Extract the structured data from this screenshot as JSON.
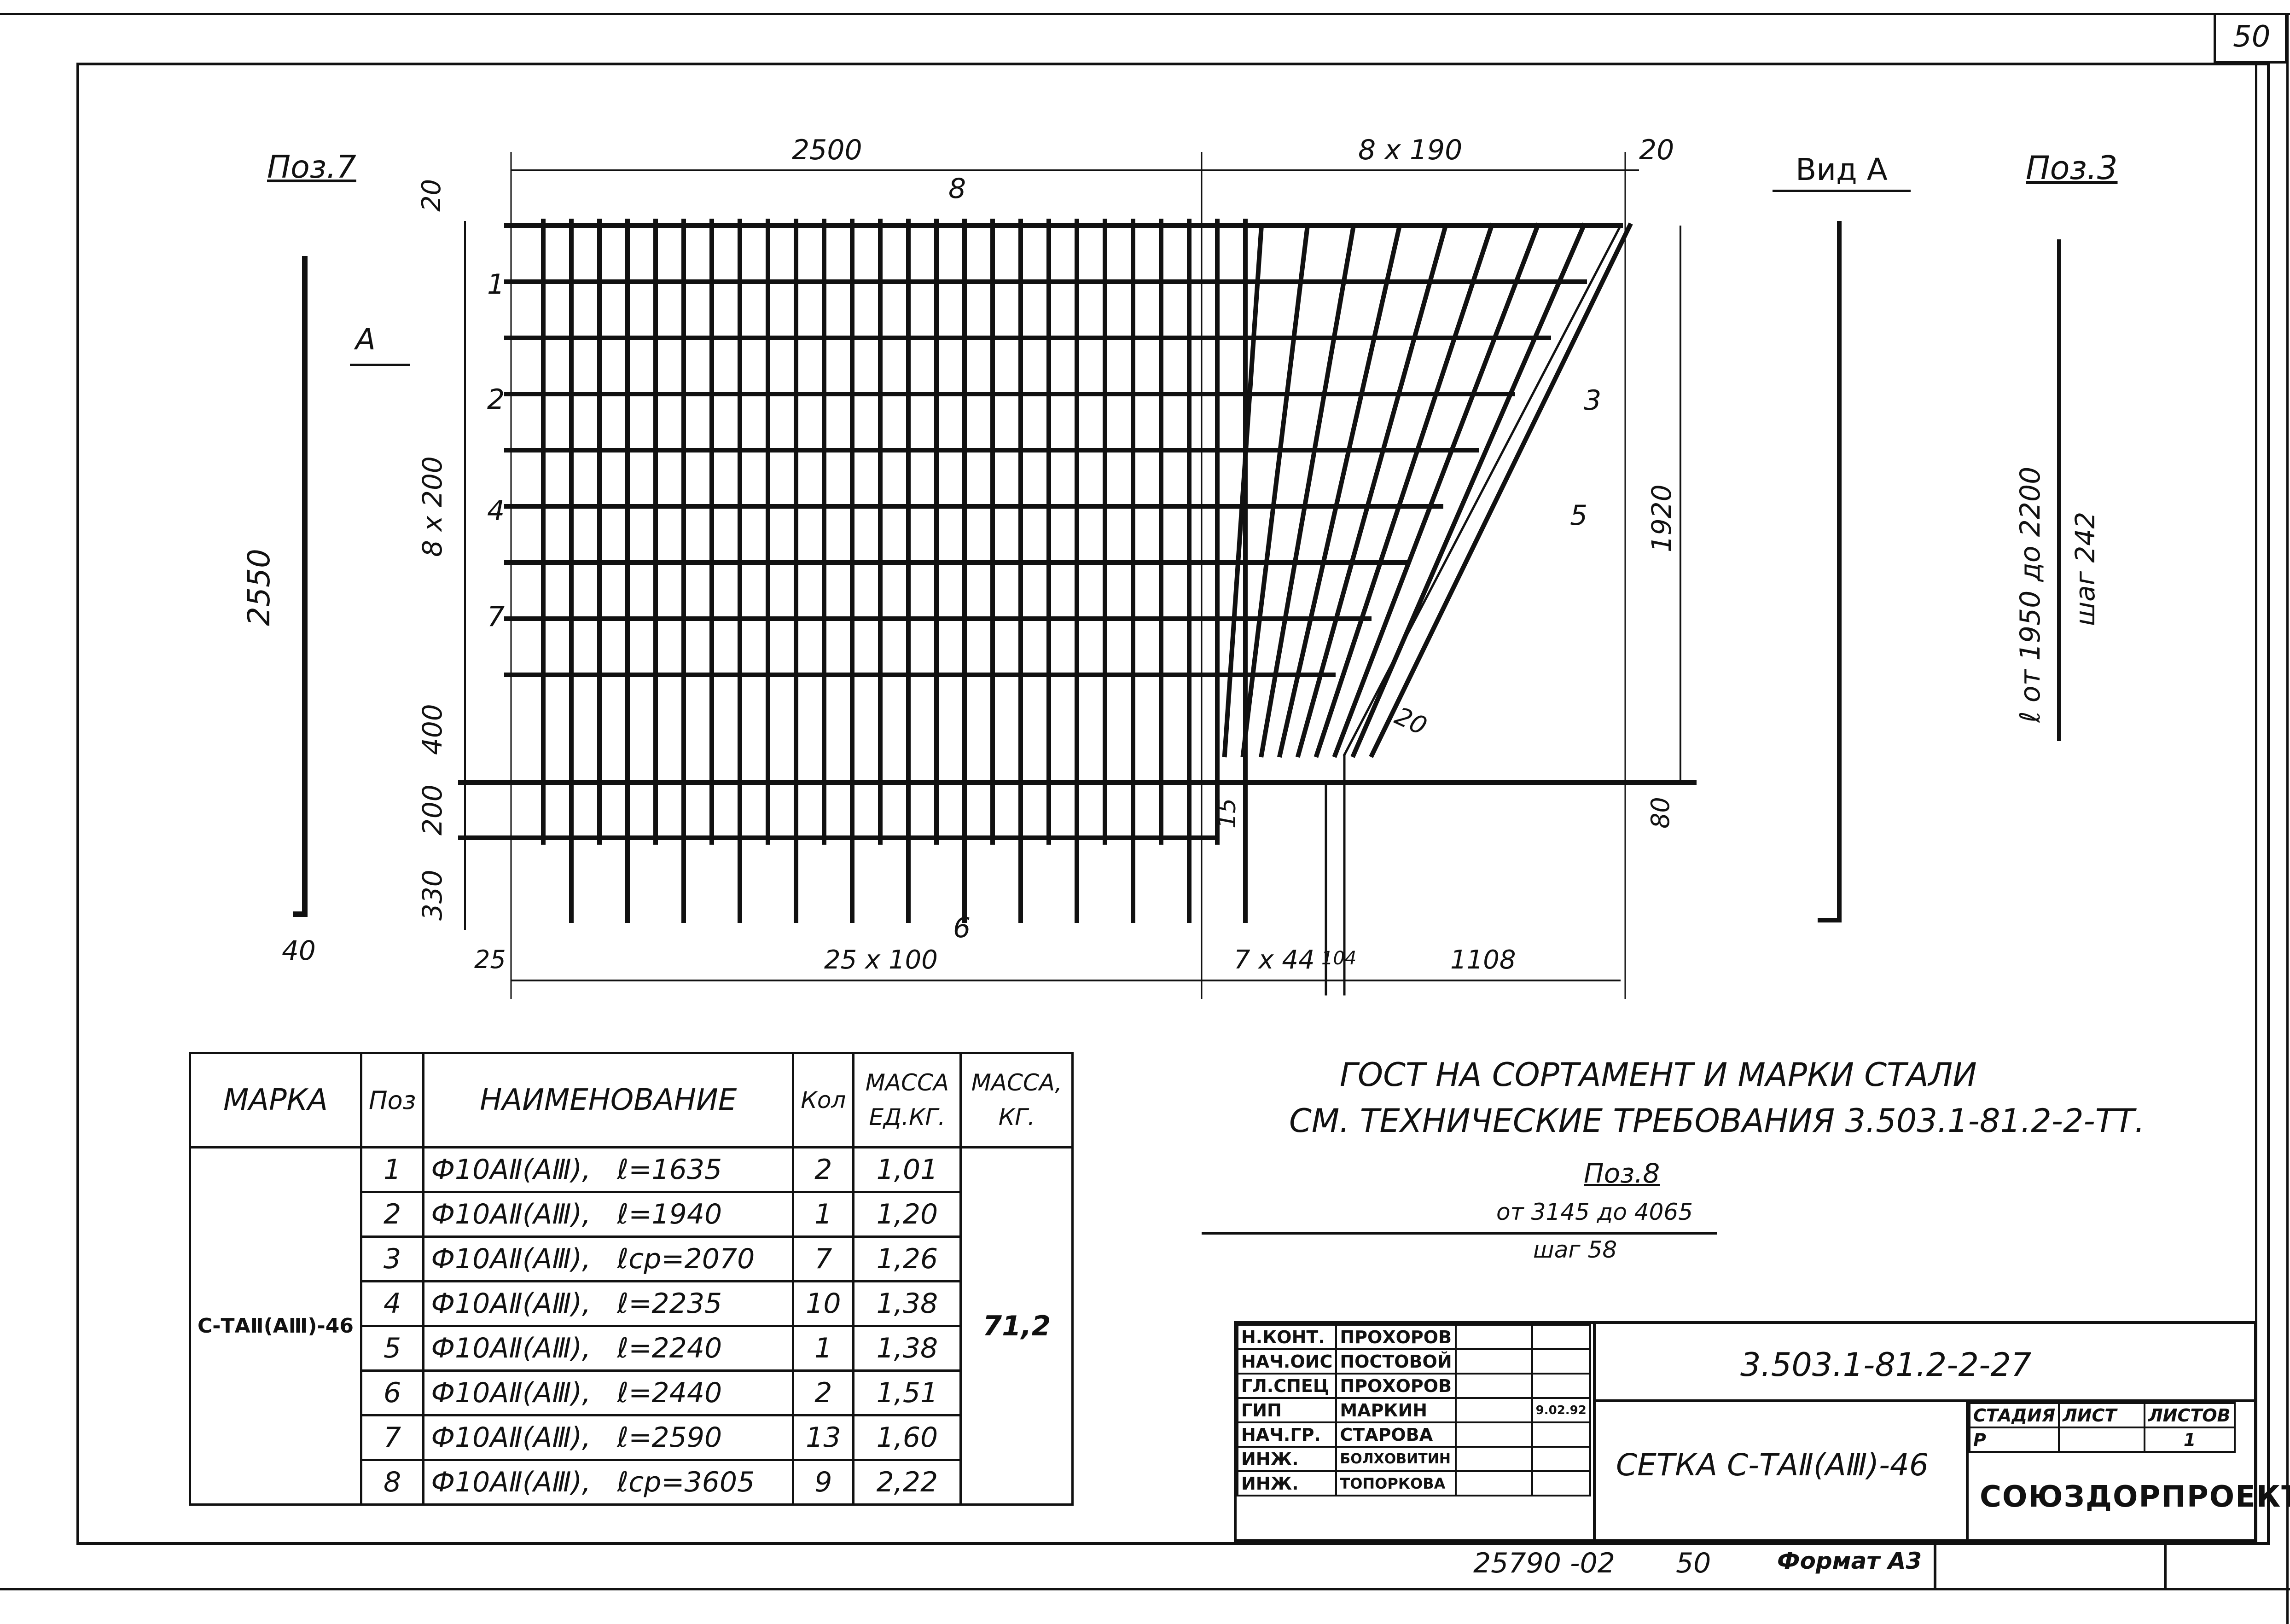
{
  "sheet": {
    "page_number": "50",
    "bottom_number": "25790 -02",
    "bottom_sheet": "50",
    "format": "Формат А3"
  },
  "drawing": {
    "left_label": "Поз.7",
    "left_dim_height": "2550",
    "left_dim_bottom": "40",
    "section_arrow": "А",
    "top_dims": [
      "2500",
      "8 x 190",
      "20"
    ],
    "pos8_label": "8",
    "pos6_label": "6",
    "left_dims": [
      "20",
      "8 x 200",
      "400",
      "200",
      "330"
    ],
    "bottom_dims": [
      "25",
      "25 x 100",
      "7 x 44",
      "104",
      "1108"
    ],
    "right_dims": [
      "1920",
      "80"
    ],
    "inner_dims": [
      "15",
      "20"
    ],
    "position_numbers": [
      "1",
      "2",
      "4",
      "7",
      "3",
      "5"
    ]
  },
  "view_a": {
    "title": "Вид А"
  },
  "pos3": {
    "title": "Поз.3",
    "length": "ℓ от 1950 до 2200",
    "step": "шаг 242"
  },
  "notes": {
    "line1": "ГОСТ НА СОРТАМЕНТ И МАРКИ СТАЛИ",
    "line2": "СМ. ТЕХНИЧЕСКИЕ ТРЕБОВАНИЯ 3.503.1-81.2-2-ТТ.",
    "pos8_title": "Поз.8",
    "pos8_length": "от 3145 до 4065",
    "pos8_step": "шаг 58"
  },
  "spec_table": {
    "headers": [
      "МАРКА",
      "Поз",
      "НАИМЕНОВАНИЕ",
      "Кол",
      "МАССА ЕД.КГ.",
      "МАССА, КГ."
    ],
    "mark": "С-ТАⅡ(АⅢ)-46",
    "total_mass": "71,2",
    "rows": [
      {
        "pos": "1",
        "name": "Ф10АⅡ(АⅢ),",
        "length": "ℓ=1635",
        "qty": "2",
        "unit_mass": "1,01"
      },
      {
        "pos": "2",
        "name": "Ф10АⅡ(АⅢ),",
        "length": "ℓ=1940",
        "qty": "1",
        "unit_mass": "1,20"
      },
      {
        "pos": "3",
        "name": "Ф10АⅡ(АⅢ),",
        "length": "ℓср=2070",
        "qty": "7",
        "unit_mass": "1,26"
      },
      {
        "pos": "4",
        "name": "Ф10АⅡ(АⅢ),",
        "length": "ℓ=2235",
        "qty": "10",
        "unit_mass": "1,38"
      },
      {
        "pos": "5",
        "name": "Ф10АⅡ(АⅢ),",
        "length": "ℓ=2240",
        "qty": "1",
        "unit_mass": "1,38"
      },
      {
        "pos": "6",
        "name": "Ф10АⅡ(АⅢ),",
        "length": "ℓ=2440",
        "qty": "2",
        "unit_mass": "1,51"
      },
      {
        "pos": "7",
        "name": "Ф10АⅡ(АⅢ),",
        "length": "ℓ=2590",
        "qty": "13",
        "unit_mass": "1,60"
      },
      {
        "pos": "8",
        "name": "Ф10АⅡ(АⅢ),",
        "length": "ℓср=3605",
        "qty": "9",
        "unit_mass": "2,22"
      }
    ]
  },
  "title_block": {
    "signers": [
      {
        "role": "Н.КОНТ.",
        "name": "ПРОХОРОВ"
      },
      {
        "role": "НАЧ.ОИС",
        "name": "ПОСТОВОЙ"
      },
      {
        "role": "ГЛ.СПЕЦ",
        "name": "ПРОХОРОВ"
      },
      {
        "role": "ГИП",
        "name": "МАРКИН"
      },
      {
        "role": "НАЧ.ГР.",
        "name": "СТАРОВА"
      },
      {
        "role": "ИНЖ.",
        "name": "БОЛХОВИТИН"
      },
      {
        "role": "ИНЖ.",
        "name": "ТОПОРКОВА"
      }
    ],
    "date": "9.02.92",
    "doc_code": "3.503.1-81.2-2-27",
    "item_title": "СЕТКА С-ТАⅡ(АⅢ)-46",
    "stage_header": "СТАДИЯ",
    "sheet_header": "ЛИСТ",
    "sheets_header": "ЛИСТОВ",
    "stage": "Р",
    "sheets_total": "1",
    "organization": "СОЮЗДОРПРОЕКТ"
  }
}
